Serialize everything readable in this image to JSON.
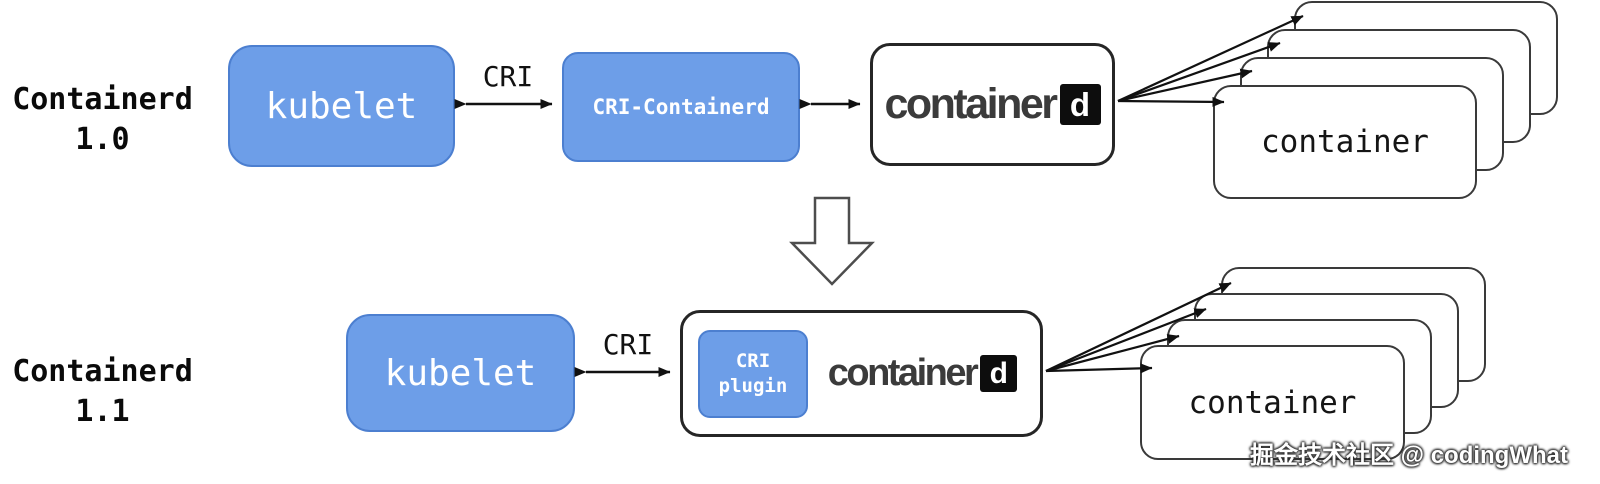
{
  "v10": {
    "row_label_line1": "Containerd",
    "row_label_line2": "1.0",
    "kubelet_label": "kubelet",
    "cri_arrow_label": "CRI",
    "cri_containerd_label": "CRI-Containerd",
    "logo_word": "container",
    "logo_d": "d",
    "container_label": "container"
  },
  "v11": {
    "row_label_line1": "Containerd",
    "row_label_line2": "1.1",
    "kubelet_label": "kubelet",
    "cri_arrow_label": "CRI",
    "cri_plugin_line1": "CRI",
    "cri_plugin_line2": "plugin",
    "logo_word": "container",
    "logo_d": "d",
    "container_label": "container"
  },
  "watermark": "掘金技术社区 @ codingWhat",
  "colors": {
    "blue_fill": "#6d9ee8",
    "blue_border": "#4c7fd0",
    "box_outline": "#262626",
    "logo_gray": "#3b3b3b",
    "arrow_black": "#111111"
  }
}
